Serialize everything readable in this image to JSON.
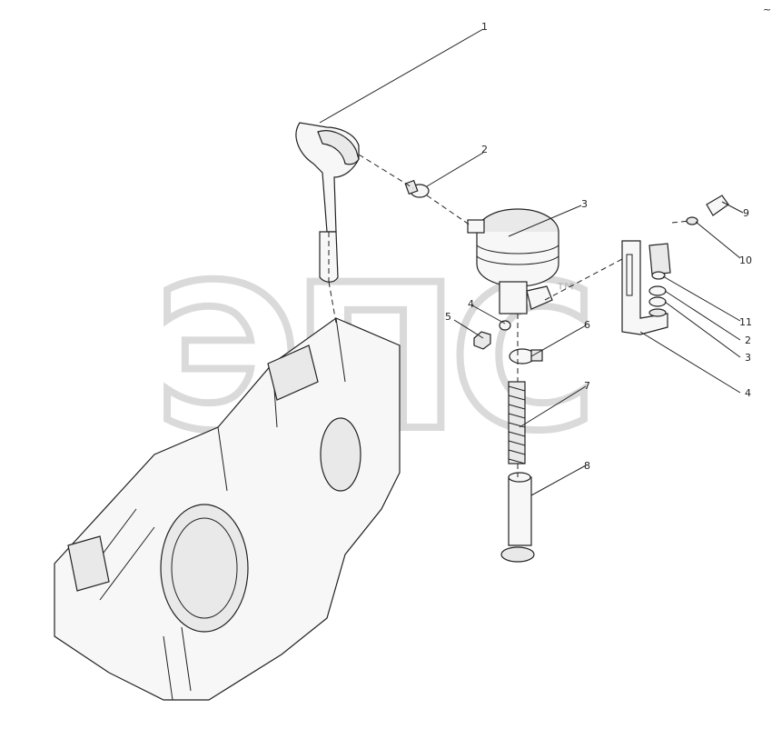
{
  "diagram": {
    "callouts": [
      {
        "id": "c1",
        "label": "1"
      },
      {
        "id": "c2",
        "label": "2"
      },
      {
        "id": "c3",
        "label": "3"
      },
      {
        "id": "c4a",
        "label": "4"
      },
      {
        "id": "c5",
        "label": "5"
      },
      {
        "id": "c6",
        "label": "6"
      },
      {
        "id": "c7",
        "label": "7"
      },
      {
        "id": "c8",
        "label": "8"
      },
      {
        "id": "c9",
        "label": "9"
      },
      {
        "id": "c10",
        "label": "10"
      },
      {
        "id": "c11",
        "label": "11"
      },
      {
        "id": "c2b",
        "label": "2"
      },
      {
        "id": "c3b",
        "label": "3"
      },
      {
        "id": "c4b",
        "label": "4"
      }
    ]
  },
  "watermark": {
    "text": "ЭПС",
    "trademark": "™"
  },
  "corner_mark": "~"
}
